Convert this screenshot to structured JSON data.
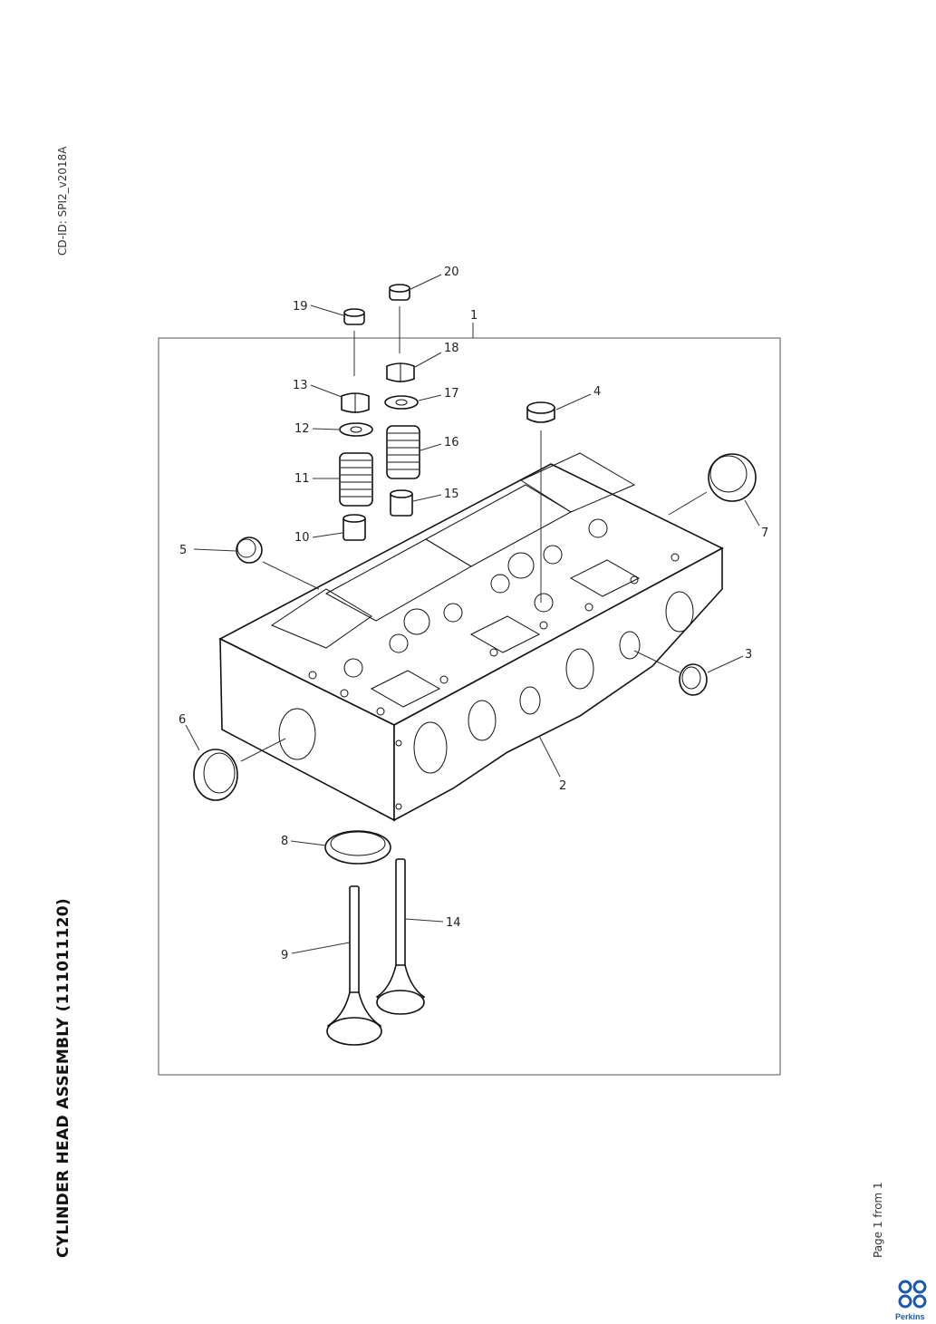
{
  "header": {
    "cd_id": "CD-ID: SPI2_v2018A"
  },
  "title": "CYLINDER HEAD ASSEMBLY (111011120)",
  "footer": {
    "page_info": "Page 1 from 1",
    "brand": "Perkins"
  },
  "callouts": [
    "1",
    "2",
    "3",
    "4",
    "5",
    "6",
    "7",
    "8",
    "9",
    "10",
    "11",
    "12",
    "13",
    "14",
    "15",
    "16",
    "17",
    "18",
    "19",
    "20"
  ],
  "colors": {
    "line": "#111111",
    "brand": "#1b5aa8"
  }
}
